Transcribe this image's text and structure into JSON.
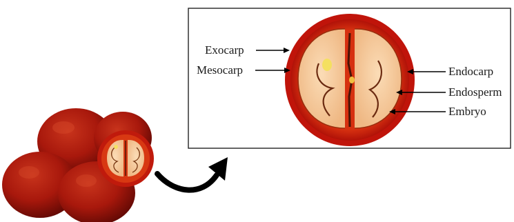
{
  "diagram": {
    "labels": {
      "exocarp": "Exocarp",
      "mesocarp": "Mesocarp",
      "endocarp": "Endocarp",
      "endosperm": "Endosperm",
      "embryo": "Embryo"
    },
    "colors": {
      "exocarp": "#c0140a",
      "mesocarp": "#d8300f",
      "endosperm": "#f6c99a",
      "endocarp_line": "#6b2a10",
      "embryo": "#f4e060",
      "arrow": "#000000",
      "frame": "#222222"
    }
  }
}
